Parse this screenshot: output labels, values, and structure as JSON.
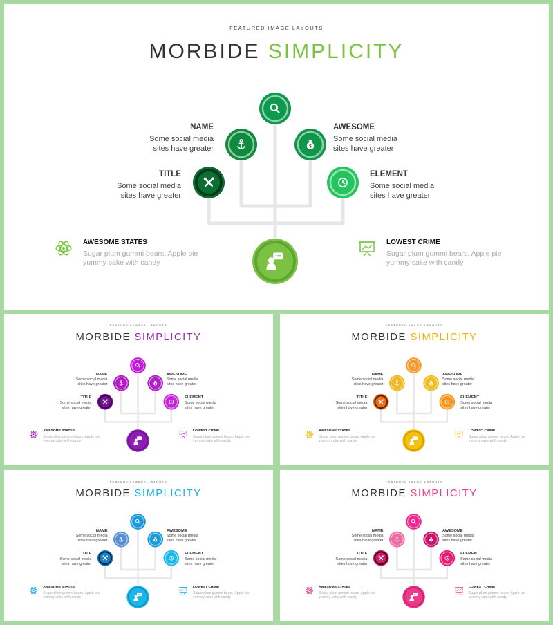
{
  "eyebrow": "FEATURED IMAGE LAYOUTS",
  "title_first": "MORBIDE",
  "title_second": "SIMPLICITY",
  "nodes": {
    "name": {
      "label": "NAME",
      "line1": "Some social media",
      "line2": "sites have greater"
    },
    "title": {
      "label": "TITLE",
      "line1": "Some social media",
      "line2": "sites have greater"
    },
    "awesome": {
      "label": "AWESOME",
      "line1": "Some social media",
      "line2": "sites have greater"
    },
    "element": {
      "label": "ELEMENT",
      "line1": "Some social media",
      "line2": "sites have greater"
    }
  },
  "bottom": {
    "left": {
      "heading": "AWESOME STATES",
      "line1": "Sugar plum gummi bears. Apple pie",
      "line2": "yummy cake with candy"
    },
    "right": {
      "heading": "LOWEST CRIME",
      "line1": "Sugar plum gummi bears. Apple pie",
      "line2": "yummy cake with candy"
    }
  },
  "icons": [
    "search-icon",
    "anchor-icon",
    "money-bag-icon",
    "tools-icon",
    "clock-icon",
    "user-chat-icon",
    "atom-icon",
    "presentation-icon"
  ],
  "themes": [
    {
      "name": "green",
      "accent": "#7cc242",
      "top": "#0e9a4e",
      "name_c": "#108a3e",
      "aw": "#10964a",
      "title_c": "#0b6e32",
      "el": "#26c45e",
      "bottom": "#7cc242",
      "bottom_ring": "#5fa533",
      "dark_ring": "#083a1c"
    },
    {
      "name": "purple",
      "accent": "#9c27b0",
      "top": "#c21bd8",
      "name_c": "#b41ac8",
      "aw": "#b022c8",
      "title_c": "#7a1294",
      "el": "#c226d6",
      "bottom": "#8e1eb6",
      "bottom_ring": "#6f1790",
      "dark_ring": "#3a0a4e"
    },
    {
      "name": "gold",
      "accent": "#f0b400",
      "top": "#f39b2b",
      "name_c": "#f0b81e",
      "aw": "#f0bc1e",
      "title_c": "#f06b1c",
      "el": "#f7951e",
      "bottom": "#f2c20e",
      "bottom_ring": "#d69e06",
      "dark_ring": "#4e2a08"
    },
    {
      "name": "blue",
      "accent": "#1cb0e0",
      "top": "#1c98dc",
      "name_c": "#5a8fd6",
      "aw": "#1c9cd8",
      "title_c": "#1a7fc8",
      "el": "#1cb8e8",
      "bottom": "#1cb6ea",
      "bottom_ring": "#0e96c8",
      "dark_ring": "#0a2440"
    },
    {
      "name": "pink",
      "accent": "#e8418a",
      "top": "#ea2a8e",
      "name_c": "#ee6aa2",
      "aw": "#c8146a",
      "title_c": "#ce1e66",
      "el": "#e41e6e",
      "bottom": "#ec3a88",
      "bottom_ring": "#c8246e",
      "dark_ring": "#3c0a1e"
    }
  ]
}
